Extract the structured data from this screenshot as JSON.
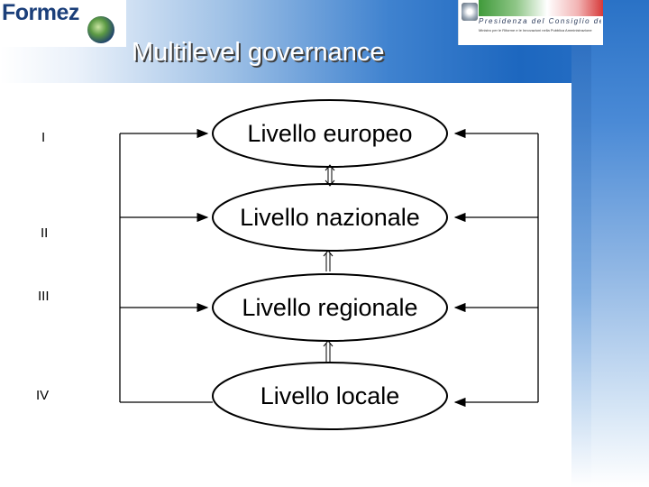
{
  "header": {
    "logo_text": "Formez",
    "title": "Multilevel governance",
    "gov_title": "Presidenza del Consiglio dei Ministri",
    "gov_sub": "Ministro per le Riforme e le Innovazioni nella Pubblica Amministrazione"
  },
  "levels": [
    {
      "numeral": "I",
      "label": "Livello europeo"
    },
    {
      "numeral": "II",
      "label": "Livello nazionale"
    },
    {
      "numeral": "III",
      "label": "Livello regionale"
    },
    {
      "numeral": "IV",
      "label": "Livello locale"
    }
  ]
}
